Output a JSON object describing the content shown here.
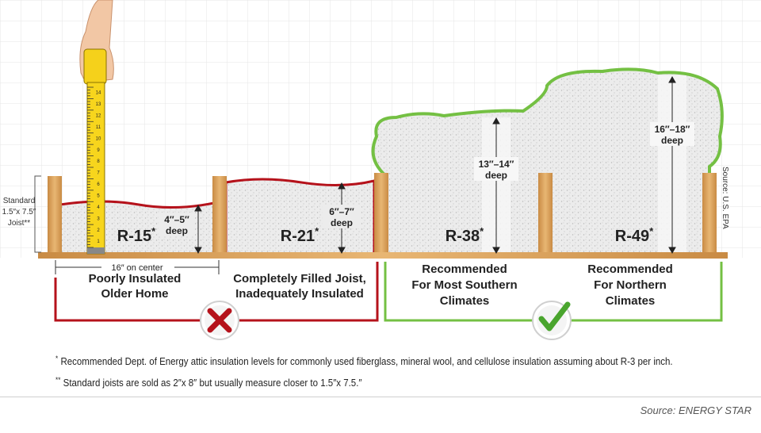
{
  "rvalues": {
    "r15": "R-15",
    "r21": "R-21",
    "r38": "R-38",
    "r49": "R-49",
    "asterisk": "*"
  },
  "depths": {
    "r15": [
      "4″–5″",
      "deep"
    ],
    "r21": [
      "6″–7″",
      "deep"
    ],
    "r38": [
      "13″–14″",
      "deep"
    ],
    "r49": [
      "16″–18″",
      "deep"
    ]
  },
  "joist_label": [
    "Standard",
    "1.5″x 7.5″",
    "Joist**"
  ],
  "on_center": "16″ on center",
  "captions": {
    "poor": [
      "Poorly Insulated",
      "Older Home"
    ],
    "filled": [
      "Completely Filled Joist,",
      "Inadequately Insulated"
    ],
    "south": [
      "Recommended",
      "For Most Southern",
      "Climates"
    ],
    "north": [
      "Recommended",
      "For Northern",
      "Climates"
    ]
  },
  "side_source": "Source: U.S. EPA",
  "tape_numbers": [
    "14",
    "13",
    "12",
    "11",
    "10",
    "9",
    "8",
    "7",
    "6",
    "5",
    "4",
    "3",
    "2",
    "1"
  ],
  "footnotes": {
    "note1_mark": "*",
    "note1": "Recommended Dept. of Energy attic insulation levels for commonly used fiberglass, mineral wool, and cellulose insulation assuming about R-3 per inch.",
    "note2_mark": "**",
    "note2": "Standard joists are sold as 2″x 8″ but usually measure closer to 1.5″x 7.5.″"
  },
  "source": "Source: ENERGY STAR",
  "colors": {
    "bad": "#b5121b",
    "good": "#74c043",
    "wood": "#dca560",
    "insulation": "#e9e9e9"
  },
  "icons": [
    "x-mark-icon",
    "check-mark-icon",
    "tape-measure-icon",
    "hand-icon"
  ]
}
